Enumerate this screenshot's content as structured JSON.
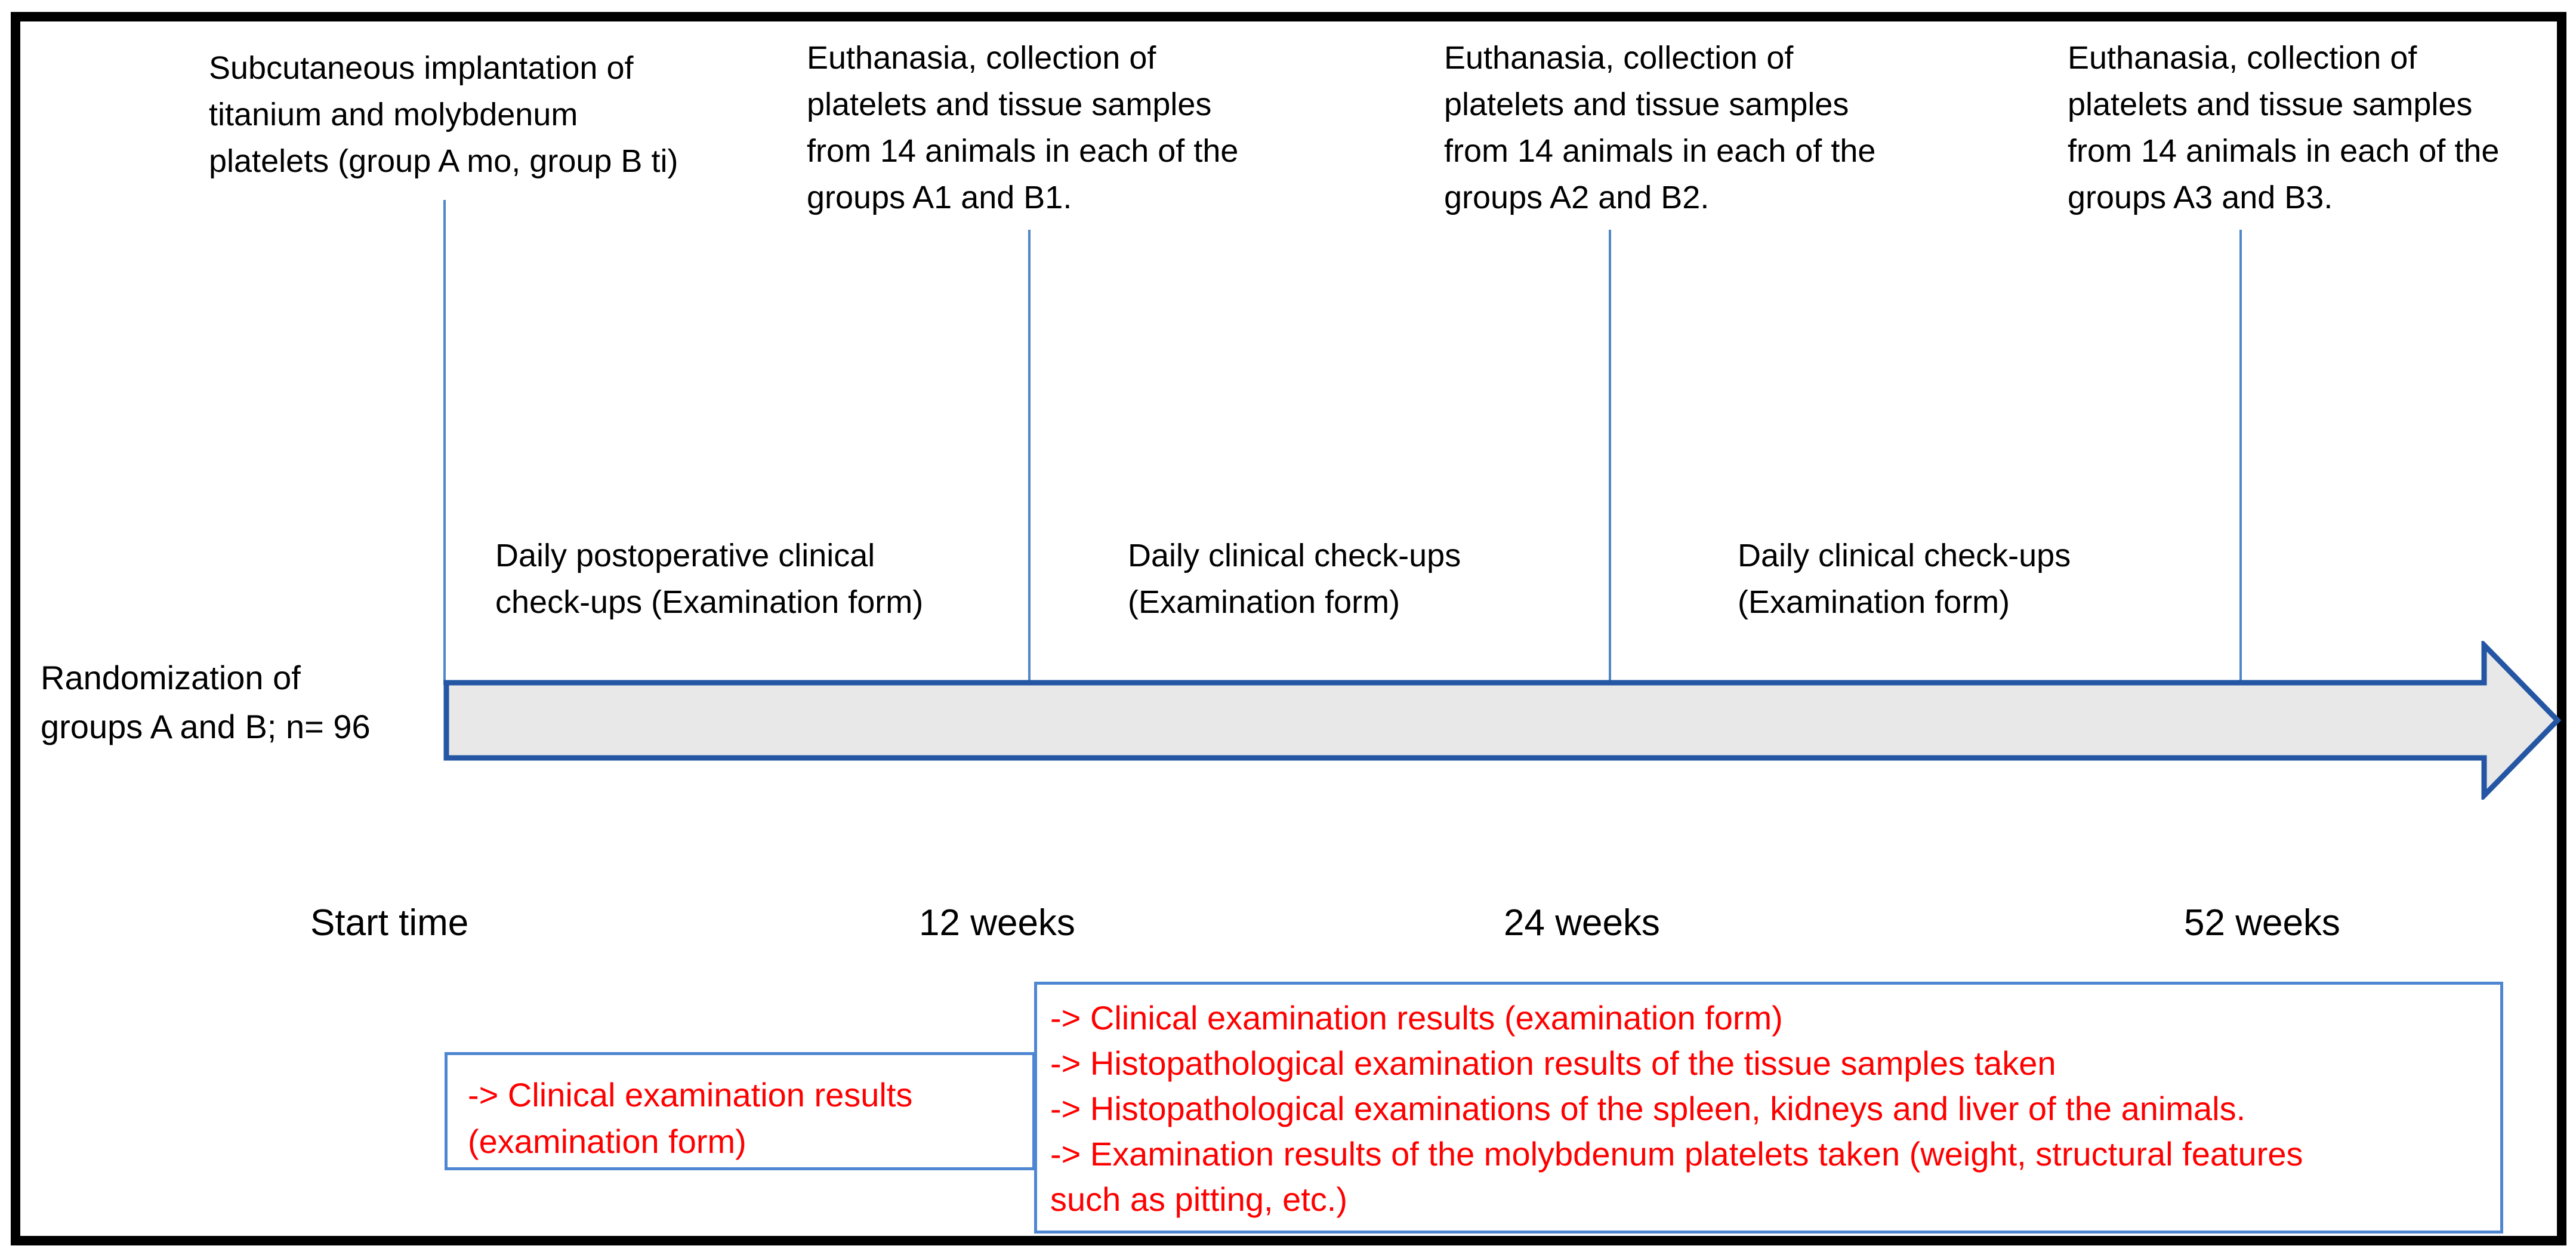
{
  "top_events": [
    {
      "text": "Subcutaneous implantation of\ntitanium and molybdenum\nplatelets (group A mo, group B ti)"
    },
    {
      "text": "Euthanasia, collection of\nplatelets and tissue samples\nfrom 14 animals in each of the\ngroups A1 and B1."
    },
    {
      "text": "Euthanasia, collection of\nplatelets and tissue samples\nfrom 14 animals in each of the\ngroups A2 and B2."
    },
    {
      "text": "Euthanasia, collection of\nplatelets and tissue samples\nfrom 14 animals in each of the\ngroups A3 and B3."
    }
  ],
  "monitoring_notes": [
    {
      "text": "Daily postoperative clinical\ncheck-ups (Examination form)"
    },
    {
      "text": "Daily clinical check-ups\n(Examination form)"
    },
    {
      "text": "Daily clinical check-ups\n(Examination form)"
    }
  ],
  "randomization_label": "Randomization of\ngroups A and B; n= 96",
  "timeline": {
    "time_labels": [
      "Start time",
      "12 weeks",
      "24 weeks",
      "52 weeks"
    ]
  },
  "result_boxes": [
    {
      "text": "-> Clinical examination results\n(examination form)"
    },
    {
      "text": "-> Clinical examination results (examination form)\n-> Histopathological examination results of the tissue samples taken\n-> Histopathological examinations of the spleen, kidneys and liver of the animals.\n-> Examination results of the molybdenum platelets taken (weight, structural features\nsuch as pitting, etc.)"
    }
  ],
  "palette": {
    "frame_border": "#000000",
    "arrow_fill": "#e8e8e8",
    "arrow_border": "#2456a4",
    "guide_line_blue": "#4f86c6",
    "result_box_border": "#4f86d2",
    "result_text_red": "#fe0000",
    "text_black": "#000000",
    "background": "#ffffff"
  }
}
